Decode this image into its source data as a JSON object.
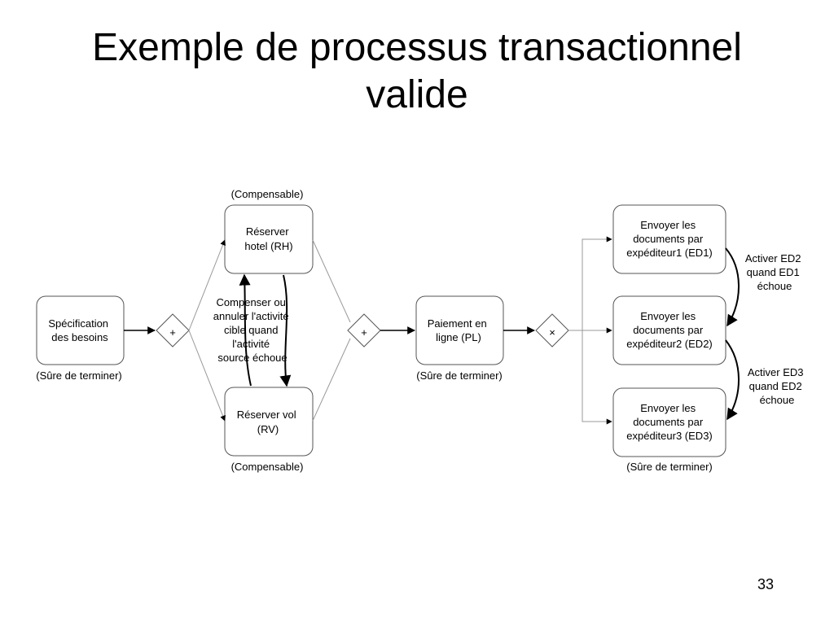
{
  "slide": {
    "title_line1": "Exemple de processus transactionnel",
    "title_line2": "valide",
    "page_number": "33"
  },
  "tasks": {
    "spec": {
      "lines": [
        "Spécification",
        "des besoins"
      ],
      "note": "(Sûre de terminer)"
    },
    "rh": {
      "lines": [
        "Réserver",
        "hotel (RH)"
      ],
      "note": "(Compensable)"
    },
    "rv": {
      "lines": [
        "Réserver vol",
        "(RV)"
      ],
      "note": "(Compensable)"
    },
    "pl": {
      "lines": [
        "Paiement en",
        "ligne (PL)"
      ],
      "note": "(Sûre de terminer)"
    },
    "ed1": {
      "lines": [
        "Envoyer les",
        "documents par",
        "expéditeur1 (ED1)"
      ]
    },
    "ed2": {
      "lines": [
        "Envoyer les",
        "documents par",
        "expéditeur2 (ED2)"
      ]
    },
    "ed3": {
      "lines": [
        "Envoyer les",
        "documents par",
        "expéditeur3 (ED3)"
      ],
      "note": "(Sûre de terminer)"
    }
  },
  "annotations": {
    "compensate": [
      "Compenser ou",
      "annuler l'activité",
      "cible quand",
      "l'activité",
      "source échoue"
    ],
    "activate_ed2": [
      "Activer ED2",
      "quand ED1",
      "échoue"
    ],
    "activate_ed3": [
      "Activer ED3",
      "quand ED2",
      "échoue"
    ]
  },
  "gateways": {
    "split_parallel": "+",
    "join_parallel": "+",
    "exclusive": "×"
  }
}
